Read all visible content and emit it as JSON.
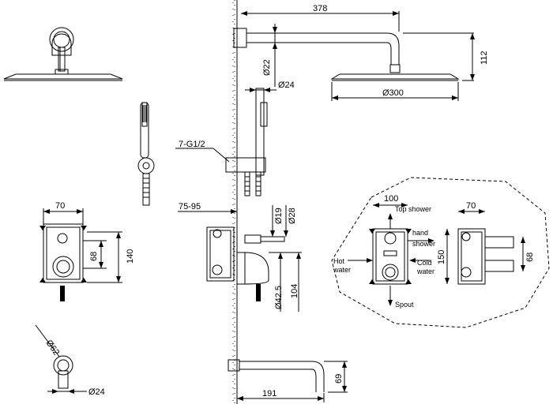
{
  "dimensions": {
    "arm_length": "378",
    "arm_height": "112",
    "arm_diameter": "Ø22",
    "holder_diameter": "Ø24",
    "head_diameter": "Ø300",
    "outlet_thread": "7-G1/2",
    "wall_depth": "75-95",
    "valve_width_left": "70",
    "valve_height": "140",
    "valve_inner_height": "68",
    "cartridge_d19": "Ø19",
    "cartridge_d28": "Ø28",
    "cover_d42": "Ø42.5",
    "cover_depth": "104",
    "spout_flange_d62": "Ø62",
    "spout_pipe_d24": "Ø24",
    "spout_length": "191",
    "spout_height": "69",
    "inset_width_front": "100",
    "inset_width_side": "70",
    "inset_height": "150",
    "inset_inner_height": "68"
  },
  "inset_labels": {
    "top_shower": "Top shower",
    "hand_shower_1": "hand",
    "hand_shower_2": "shower",
    "hot_water_1": "Hot",
    "hot_water_2": "water",
    "cold_water_1": "Cold",
    "cold_water_2": "water",
    "spout": "Spout"
  }
}
